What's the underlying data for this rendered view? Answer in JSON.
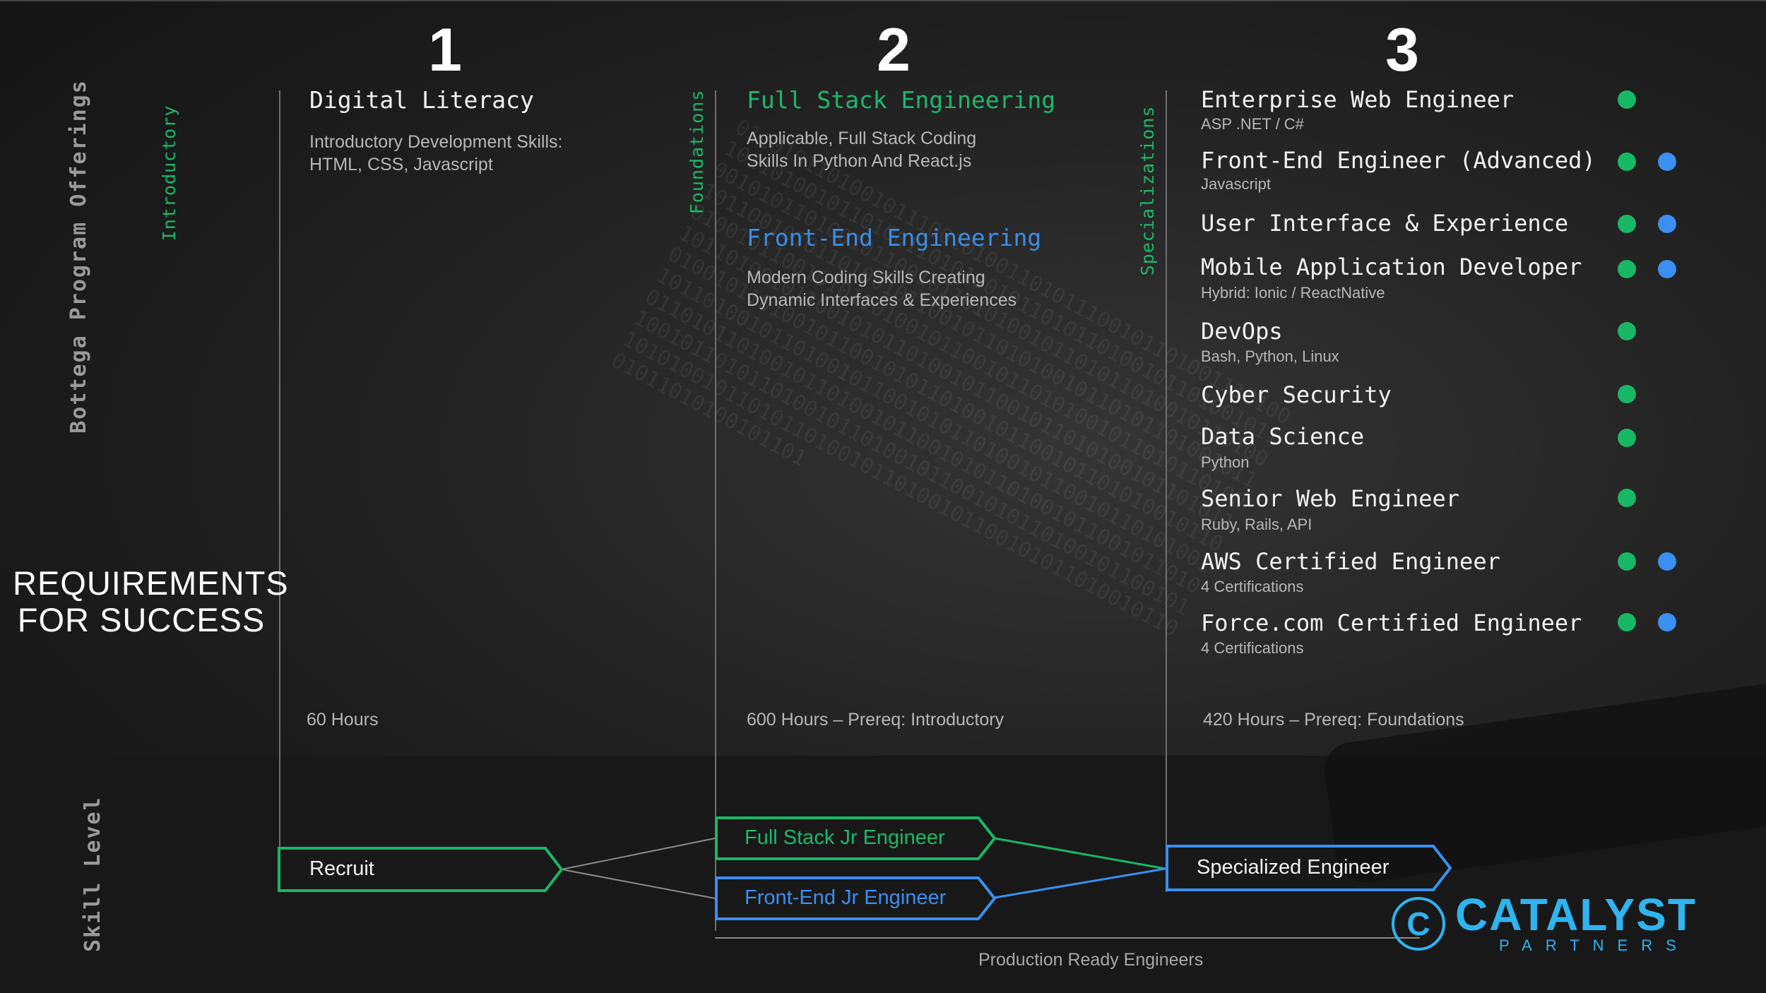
{
  "columns": [
    {
      "number": "1",
      "vertical_label": "Introductory",
      "hours": "60 Hours"
    },
    {
      "number": "2",
      "vertical_label": "Foundations",
      "hours": "600 Hours – Prereq: Introductory"
    },
    {
      "number": "3",
      "vertical_label": "Specializations",
      "hours": "420 Hours – Prereq: Foundations"
    }
  ],
  "side_labels": {
    "offerings": "Bottega Program Offerings",
    "skill_level": "Skill Level",
    "requirements_line1": "REQUIREMENTS",
    "requirements_line2": "FOR SUCCESS"
  },
  "introductory": {
    "title": "Digital Literacy",
    "desc_line1": "Introductory Development Skills:",
    "desc_line2": "HTML, CSS, Javascript"
  },
  "foundations": [
    {
      "title": "Full Stack Engineering",
      "desc_line1": "Applicable, Full Stack Coding",
      "desc_line2": "Skills In Python And React.js"
    },
    {
      "title": "Front-End Engineering",
      "desc_line1": "Modern Coding Skills Creating",
      "desc_line2": "Dynamic Interfaces & Experiences"
    }
  ],
  "specializations": [
    {
      "name": "Enterprise Web Engineer",
      "sub": "ASP .NET / C#",
      "green": true,
      "blue": false
    },
    {
      "name": "Front-End Engineer (Advanced)",
      "sub": "Javascript",
      "green": true,
      "blue": true
    },
    {
      "name": "User Interface & Experience",
      "sub": "",
      "green": true,
      "blue": true
    },
    {
      "name": "Mobile Application Developer",
      "sub": "Hybrid: Ionic / ReactNative",
      "green": true,
      "blue": true
    },
    {
      "name": "DevOps",
      "sub": "Bash, Python, Linux",
      "green": true,
      "blue": false
    },
    {
      "name": "Cyber Security",
      "sub": "",
      "green": true,
      "blue": false
    },
    {
      "name": "Data Science",
      "sub": "Python",
      "green": true,
      "blue": false
    },
    {
      "name": "Senior Web Engineer",
      "sub": "Ruby, Rails, API",
      "green": true,
      "blue": false
    },
    {
      "name": "AWS Certified Engineer",
      "sub": "4 Certifications",
      "green": true,
      "blue": true
    },
    {
      "name": "Force.com Certified Engineer",
      "sub": "4 Certifications",
      "green": true,
      "blue": true
    }
  ],
  "skill_path": {
    "recruit": "Recruit",
    "full_stack_jr": "Full Stack Jr Engineer",
    "front_end_jr": "Front-End Jr Engineer",
    "specialized": "Specialized Engineer",
    "production_ready": "Production Ready Engineers"
  },
  "logo": {
    "name": "CATALYST",
    "sub": "PARTNERS",
    "letter": "C"
  },
  "colors": {
    "green": "#18b765",
    "blue": "#3a8ff0",
    "logo": "#2eb4f0"
  },
  "binary_texture": "0110101101001011100101001101011100101101001110100101101001011010011010100101101011010010110100101100101011010010110010110101001011010110100101101001011001010110100101100101101010010110101101001011010010110010101101001011001011010100101101011010010110100101100101011010010110010110101001011010110100101101001011001010110100101100101101010010110101101001011010010110010101101001011001011010100101101011010010110100101100101011010010110010110101001011010110100101101001011001010110100101100101101010010110101101001011010010110010101101001011001011010100101101"
}
